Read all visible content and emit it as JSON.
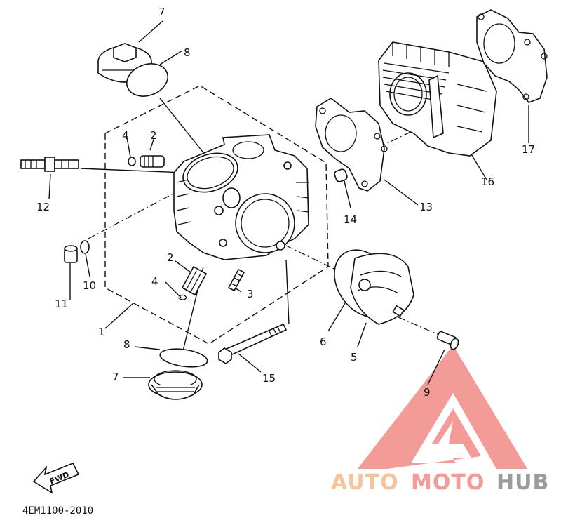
{
  "diagram": {
    "code": "4EM1100-2010",
    "fwd": "FWD",
    "callouts": [
      {
        "id": "c7-top",
        "text": "7"
      },
      {
        "id": "c8-top",
        "text": "8"
      },
      {
        "id": "c4-top",
        "text": "4"
      },
      {
        "id": "c2-top",
        "text": "2"
      },
      {
        "id": "c12",
        "text": "12"
      },
      {
        "id": "c10",
        "text": "10"
      },
      {
        "id": "c11",
        "text": "11"
      },
      {
        "id": "c2-bot",
        "text": "2"
      },
      {
        "id": "c4-bot",
        "text": "4"
      },
      {
        "id": "c3",
        "text": "3"
      },
      {
        "id": "c1",
        "text": "1"
      },
      {
        "id": "c8-bot",
        "text": "8"
      },
      {
        "id": "c7-bot",
        "text": "7"
      },
      {
        "id": "c15",
        "text": "15"
      },
      {
        "id": "c6",
        "text": "6"
      },
      {
        "id": "c5",
        "text": "5"
      },
      {
        "id": "c9",
        "text": "9"
      },
      {
        "id": "c14",
        "text": "14"
      },
      {
        "id": "c13",
        "text": "13"
      },
      {
        "id": "c16",
        "text": "16"
      },
      {
        "id": "c17",
        "text": "17"
      }
    ]
  },
  "watermark": {
    "auto": "AUTO",
    "moto": "MOTO",
    "hub": "HUB",
    "colors": {
      "auto": "#f5b98a",
      "moto": "#f28a86",
      "hub": "#8a8a8a",
      "triangle": "#f28a86"
    }
  }
}
